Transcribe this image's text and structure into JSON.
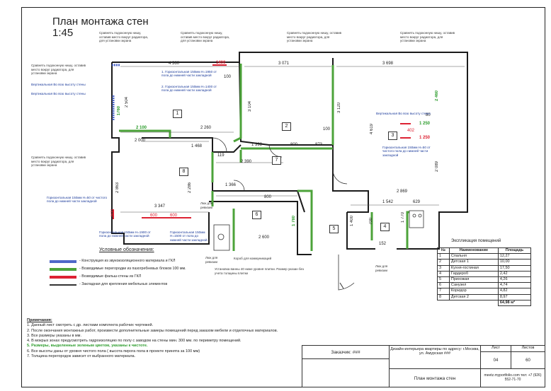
{
  "header": {
    "title": "План монтажа стен",
    "scale": "1:45"
  },
  "notes_top": [
    "Сравнять подоконную нишу, оставив место вокруг радиатора, для установки экрана",
    "Сравнять подоконную нишу, оставив место вокруг радиатора, для установки экрана",
    "Сравнять подоконную нишу, оставив место вокруг радиатора, для установки экрана",
    "Сравнять подоконную нишу, оставив место вокруг радиатора, для установки экрана",
    "Сравнять подоконную нишу, оставив место вокруг радиатора, для установки экрана",
    "Сравнять подоконную нишу, оставив место вокруг радиатора, для установки экрана"
  ],
  "rooms": [
    "1",
    "2",
    "3",
    "4",
    "5",
    "6",
    "7",
    "8"
  ],
  "dims": {
    "d4360": "4 360",
    "d1400": "1400",
    "d3071": "3 071",
    "d3698": "3 698",
    "d2504": "2 504",
    "d1760": "1760",
    "d2100": "2 100",
    "d2260": "2 260",
    "d2000": "2 000",
    "d1468": "1 468",
    "d1398": "1 398",
    "d800a": "800",
    "d873": "873",
    "d2390": "2 390",
    "d3104": "3 104",
    "d3120": "3 120",
    "d4619": "4 619",
    "d2460": "2 460",
    "d1250a": "1 250",
    "d1250b": "1 250",
    "d402": "402",
    "d2089": "2 089",
    "d2869": "2 869",
    "d2863": "2 863",
    "d3347": "3 347",
    "d2286": "2 286",
    "d1366": "1 366",
    "d800b": "800",
    "d1542": "1 542",
    "d629": "629",
    "d2600": "2 600",
    "d1780": "1 780",
    "d700": "700",
    "d1400b": "1 400",
    "d152": "152",
    "d1770": "1 770",
    "d600a": "600",
    "d600b": "600",
    "d600c": "600",
    "d100a": "100",
    "d100b": "100",
    "d80": "80",
    "d119": "119"
  },
  "tags": {
    "t1": "1. Горизонтальная 150мм H=1950 от пола до нижней части закладной",
    "t2": "2. Горизонтальная 150мм H=1400 от пола до нижней части закладной",
    "vert1": "Вертикальная Во всю высоту стены",
    "vert2": "Вертикальная Во всю высоту стены",
    "vert3": "Вертикальная Во всю высоту стены",
    "hor3": "Горизонтальная 150мм H=50 от чистого пола до нижней части закладной",
    "hor8": "Горизонтальная 150мм H=50 от чистого пола до нижней части закладной",
    "hor8b": "Горизонтальная 150мм H=1900 от пола до нижней части закладной",
    "hor8c": "Горизонтальная 150мм H=1500 от пола до нижней части закладной",
    "revision1": "Люк для ревизии",
    "revision2": "Люк для ревизии",
    "revision3": "Люк для ревизии",
    "box": "Короб для коммуникаций",
    "bath": "Установка ванны 40 ниже уровня плитки. Размер указан без учета толщины плитки"
  },
  "legend": {
    "title": "Условные обозначения:",
    "items": [
      {
        "text": "- Конструкция из звукоизоляционного материала и ГКЛ",
        "color": "#4f68c8"
      },
      {
        "text": "- Возводимые перегородки из пазогребневых блоков 100 мм.",
        "color": "#4ca33a"
      },
      {
        "text": "- Возводимые фальш-стены из ГКЛ",
        "color": "#d23"
      },
      {
        "text": "- Закладная для крепления мебельных элементов",
        "color": "#333"
      }
    ]
  },
  "notes": {
    "heading": "Примечания:",
    "lines": [
      "1. Данный лист смотреть с др. листами комплекта рабочих чертежей.",
      "2. После окончания монтажных работ, произвести дополнительные замеры помещений перед заказом мебели и отделочных материалов.",
      "3. Все размеры указаны в мм.",
      "4. В мокрых зонах предусмотреть гидроизоляцию по полу с заводом на стены мин. 300 мм. по периметру помещений.",
      "5. Размеры, выделенные зеленым цветом, указаны к чистоте.",
      "6. Все высоты даны от уровня чистого пола ( высота пирога пола в проекте принята за 100 мм)",
      "7. Толщина перегородок зависит от выбранного материала."
    ]
  },
  "explication": {
    "title": "Экспликация помещений",
    "headers": [
      "№",
      "Наименование",
      "Площадь"
    ],
    "rows": [
      [
        "1",
        "Спальня",
        "12,27"
      ],
      [
        "2",
        "Детская 1",
        "10,00"
      ],
      [
        "3",
        "Кухня-гостиная",
        "17,50"
      ],
      [
        "4",
        "Гардероб",
        "2,42"
      ],
      [
        "5",
        "Прихожая",
        "4,26"
      ],
      [
        "6",
        "Санузел",
        "4,74"
      ],
      [
        "7",
        "Коридор",
        "4,82"
      ],
      [
        "8",
        "Детская 2",
        "8,97"
      ]
    ],
    "total": "64,98 м²"
  },
  "stamp": {
    "customer": "Заказчик: ###",
    "project": "Дизайн-интерьера квартиры по адресу: г.Москва, ул. Амурская ###",
    "sheet_label": "Лист",
    "sheets_label": "Листов",
    "sheet": "04",
    "sheets": "60",
    "drawing": "План монтажа стен",
    "contact": "meetz.myportfolio.com тел: +7 (926) 552-71-70"
  }
}
